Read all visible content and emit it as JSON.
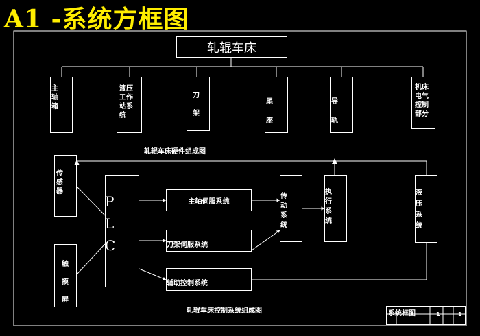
{
  "title": "A1 -系统方框图",
  "top_box": "轧辊车床",
  "hardware_boxes": [
    {
      "id": "spindle",
      "label": "主轴箱"
    },
    {
      "id": "hydraulic-station",
      "label": "液压工作站系统"
    },
    {
      "id": "tool-holder",
      "label": "刀架"
    },
    {
      "id": "tailstock",
      "label": "尾座"
    },
    {
      "id": "guide-rail",
      "label": "导轨"
    },
    {
      "id": "electrical",
      "label": "机床电气控制部分"
    }
  ],
  "caption_hardware": "轧辊车床硬件组成图",
  "control": {
    "sensor": "传感器",
    "touch_screen": "触摸屏",
    "plc": "PLC",
    "spindle_servo": "主轴伺服系统",
    "tool_servo": "刀架伺服系统",
    "aux_control": "辅助控制系统",
    "transmission": "传动系统",
    "execution": "执行系统",
    "hydraulic": "液压系统"
  },
  "caption_control": "轧辊车床控制系统组成图",
  "title_block": {
    "name": "系统框图",
    "cells": [
      "1",
      "1"
    ]
  },
  "colors": {
    "title": "#ffee00",
    "line": "#ffffff",
    "background": "#000000"
  }
}
